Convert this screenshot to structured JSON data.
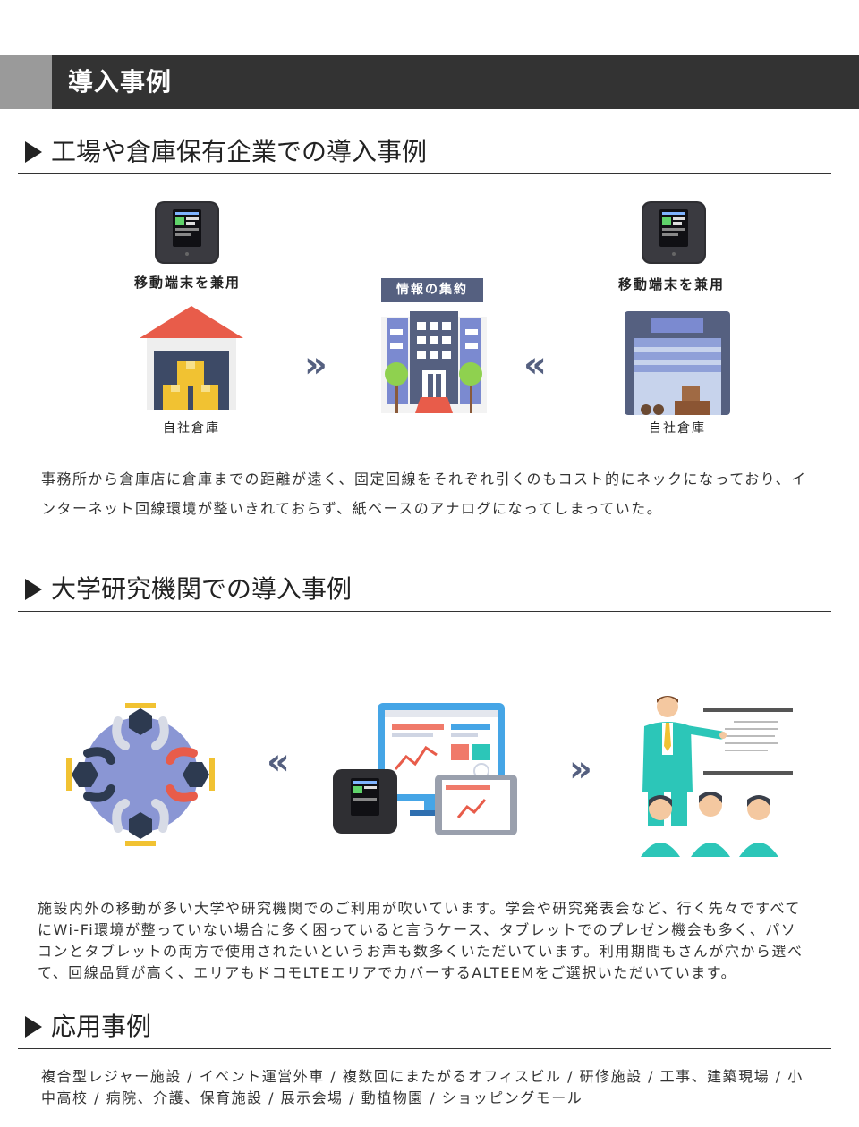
{
  "header": {
    "title": "導入事例"
  },
  "sections": [
    {
      "title": "工場や倉庫保有企業での導入事例"
    },
    {
      "title": "大学研究機関での導入事例"
    },
    {
      "title": "応用事例"
    }
  ],
  "factory": {
    "left_device_caption": "移動端末を兼用",
    "left_building_caption": "自社倉庫",
    "center_badge": "情報の集約",
    "right_device_caption": "移動端末を兼用",
    "right_building_caption": "自社倉庫",
    "arrow_right": "»",
    "arrow_left": "«",
    "body_line1": "事務所から倉庫店に倉庫までの距離が遠く、固定回線をそれぞれ引くのもコスト的にネックになっており、イ",
    "body_line2": "ンターネット回線環境が整いきれておらず、紙ベースのアナログになってしまっていた。"
  },
  "university": {
    "arrow_left": "«",
    "arrow_right": "»",
    "body_line1": "施設内外の移動が多い大学や研究機関でのご利用が吹いています。学会や研究発表会など、行く先々ですべて",
    "body_line2": "にWi-Fi環境が整っていない場合に多く困っていると言うケース、タブレットでのプレゼン機会も多く、パソ",
    "body_line3": "コンとタブレットの両方で使用されたいというお声も数多くいただいています。利用期間もさんが穴から選べ",
    "body_line4": "て、回線品質が高く、エリアもドコモLTEエリアでカバーするALTEEMをご選択いただいています。"
  },
  "applications": {
    "line1": "複合型レジャー施設 / イベント運営外車 / 複数回にまたがるオフィスビル / 研修施設 / 工事、建築現場 / 小",
    "line2": "中高校 / 病院、介護、保育施設 / 展示会場 / 動植物園 / ショッピングモール"
  },
  "colors": {
    "band": "#333333",
    "band_accent": "#9a9a9a",
    "roof": "#e85c4a",
    "building_blue": "#7b8ad0",
    "badge": "#556080",
    "teal": "#2cc6b8"
  }
}
